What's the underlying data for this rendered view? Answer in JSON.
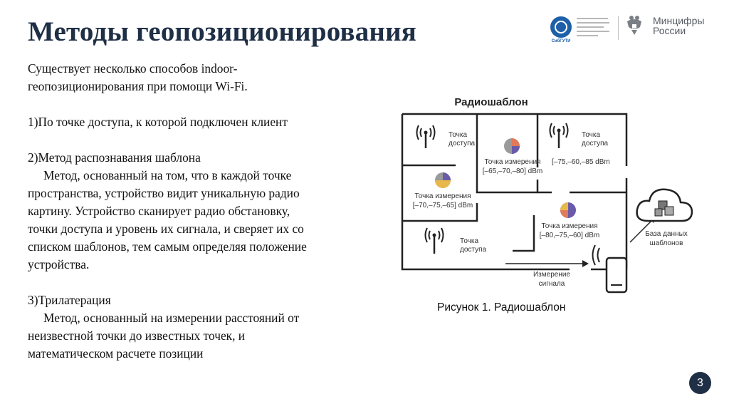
{
  "slide": {
    "title": "Методы геопозиционирования",
    "page_number": "3"
  },
  "logos": {
    "university": "СибГУТИ",
    "ministry_line1": "Минцифры",
    "ministry_line2": "России"
  },
  "body": {
    "intro_line1": "Существует несколько способов indoor-",
    "intro_line2": "геопозиционирования при помощи Wi-Fi.",
    "method1": "1)По точке доступа, к которой подключен клиент",
    "method2_title": "2)Метод распознавания шаблона",
    "method2_lines": [
      "Метод, основанный на том, что в каждой точке",
      "пространства, устройство видит уникальную радио",
      "картину. Устройство сканирует радио обстановку,",
      "точки доступа и уровень их сигнала, и сверяет их со",
      "списком шаблонов, тем самым определяя положение",
      "устройства."
    ],
    "method3_title": "3)Трилатерация",
    "method3_lines": [
      "Метод, основанный на измерении расстояний от",
      "неизвестной точки до известных точек, и",
      "математическом расчете позиции"
    ]
  },
  "figure": {
    "title": "Радиошаблон",
    "ap_label_line1": "Точка",
    "ap_label_line2": "доступа",
    "mp_label": "Точка измерения",
    "mp1_values": "[–65,–70,–80] dBm",
    "mp2_values": "[–75,–60,–85 dBm",
    "mp3_values": "[–70,–75,–65] dBm",
    "mp4_values": "[–80,–75,–60] dBm",
    "db_line1": "База данных",
    "db_line2": "шаблонов",
    "measure_line1": "Измерение",
    "measure_line2": "сигнала",
    "caption": "Рисунок 1. Радиошаблон"
  }
}
